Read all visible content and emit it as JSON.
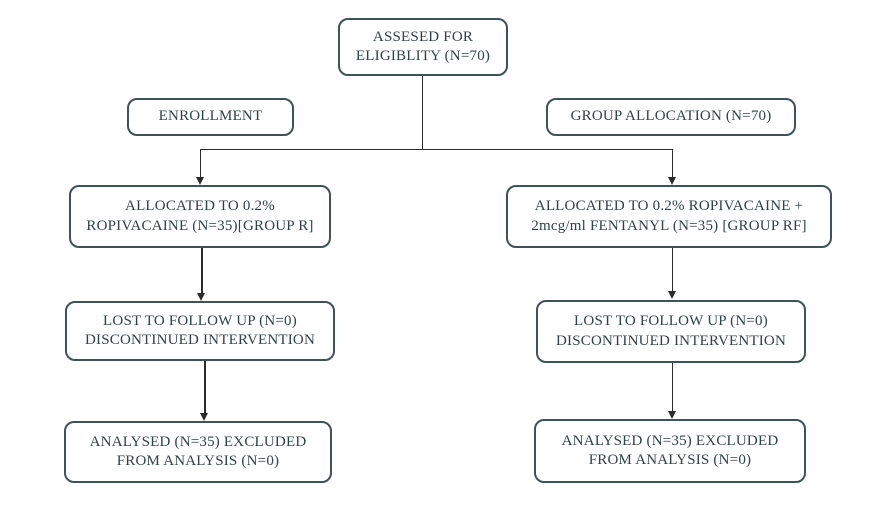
{
  "figure": {
    "type": "consort-flow-diagram",
    "colors": {
      "background": "#ffffff",
      "box_border": "#3c5456",
      "text": "#2e4345",
      "connector": "#2b2b2b"
    },
    "nodes": {
      "assessed": {
        "line1": "ASSESED FOR",
        "line2": "ELIGIBLITY (N=70)"
      },
      "enrollment": {
        "line1": "ENROLLMENT"
      },
      "group_allocation": {
        "line1": "GROUP ALLOCATION (N=70)"
      },
      "allocated_r": {
        "line1": "ALLOCATED TO 0.2%",
        "line2": "ROPIVACAINE (N=35)[GROUP R]"
      },
      "allocated_rf": {
        "line1": "ALLOCATED TO 0.2% ROPIVACAINE +",
        "line2": "2mcg/ml FENTANYL (N=35) [GROUP RF]"
      },
      "lost_r": {
        "line1": "LOST TO FOLLOW UP (N=0)",
        "line2": "DISCONTINUED INTERVENTION"
      },
      "lost_rf": {
        "line1": "LOST TO FOLLOW UP (N=0)",
        "line2": "DISCONTINUED INTERVENTION"
      },
      "analysed_r": {
        "line1": "ANALYSED (N=35) EXCLUDED",
        "line2": "FROM ANALYSIS (N=0)"
      },
      "analysed_rf": {
        "line1": "ANALYSED (N=35) EXCLUDED",
        "line2": "FROM ANALYSIS (N=0)"
      }
    }
  }
}
